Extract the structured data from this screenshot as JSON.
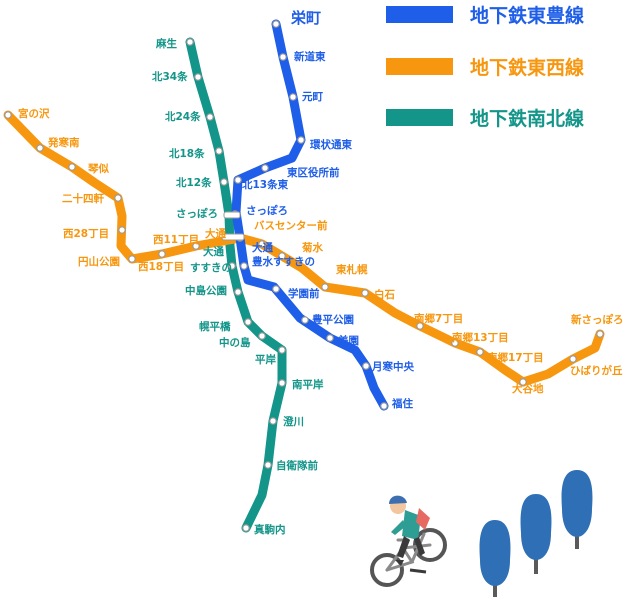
{
  "colors": {
    "toho": "#1E5EE8",
    "tozai": "#F7970F",
    "namboku": "#13958A",
    "station_fill": "#ffffff",
    "station_stroke": "#9a9a9a",
    "tree": "#2E6FB5",
    "trunk": "#5a5a5a"
  },
  "legend": {
    "toho": "地下鉄東豊線",
    "tozai": "地下鉄東西線",
    "namboku": "地下鉄南北線"
  },
  "stations": {
    "toho": {
      "sakaemachi": "栄町",
      "shindohigashi": "新道東",
      "motomachi": "元町",
      "kanjodori_higashi": "環状通東",
      "higashi_kuyakusho_mae": "東区役所前",
      "kita13_higashi": "北13条東",
      "sapporo": "さっぽろ",
      "odori": "大通",
      "hosui_susukino": "豊水すすきの",
      "gakuen_mae": "学園前",
      "toyohira_koen": "豊平公園",
      "misono": "美園",
      "tsukisamu_chuo": "月寒中央",
      "fukuzumi": "福住"
    },
    "tozai": {
      "miyanosawa": "宮の沢",
      "hassamu_minami": "発寒南",
      "kotoni": "琴似",
      "nijuyonken": "二十四軒",
      "nishi28": "西28丁目",
      "maruyama_koen": "円山公園",
      "nishi18": "西18丁目",
      "nishi11": "西11丁目",
      "odori": "大通",
      "bus_center_mae": "バスセンター前",
      "kikusui": "菊水",
      "higashi_sapporo": "東札幌",
      "shiroishi": "白石",
      "nango7": "南郷7丁目",
      "nango13": "南郷13丁目",
      "nango18": "南郷17丁目",
      "oyachi": "大谷地",
      "hibarigaoka": "ひばりが丘",
      "shin_sapporo": "新さっぽろ"
    },
    "namboku": {
      "asabu": "麻生",
      "kita34": "北34条",
      "kita24": "北24条",
      "kita18": "北18条",
      "kita12": "北12条",
      "sapporo": "さっぽろ",
      "odori": "大通",
      "susukino": "すすきの",
      "nakajima_koen": "中島公園",
      "horohira_bashi": "幌平橋",
      "nakanoshima": "中の島",
      "hiragishi": "平岸",
      "minami_hiragishi": "南平岸",
      "sumikawa": "澄川",
      "jieitai_mae": "自衛隊前",
      "makomanai": "真駒内"
    }
  }
}
